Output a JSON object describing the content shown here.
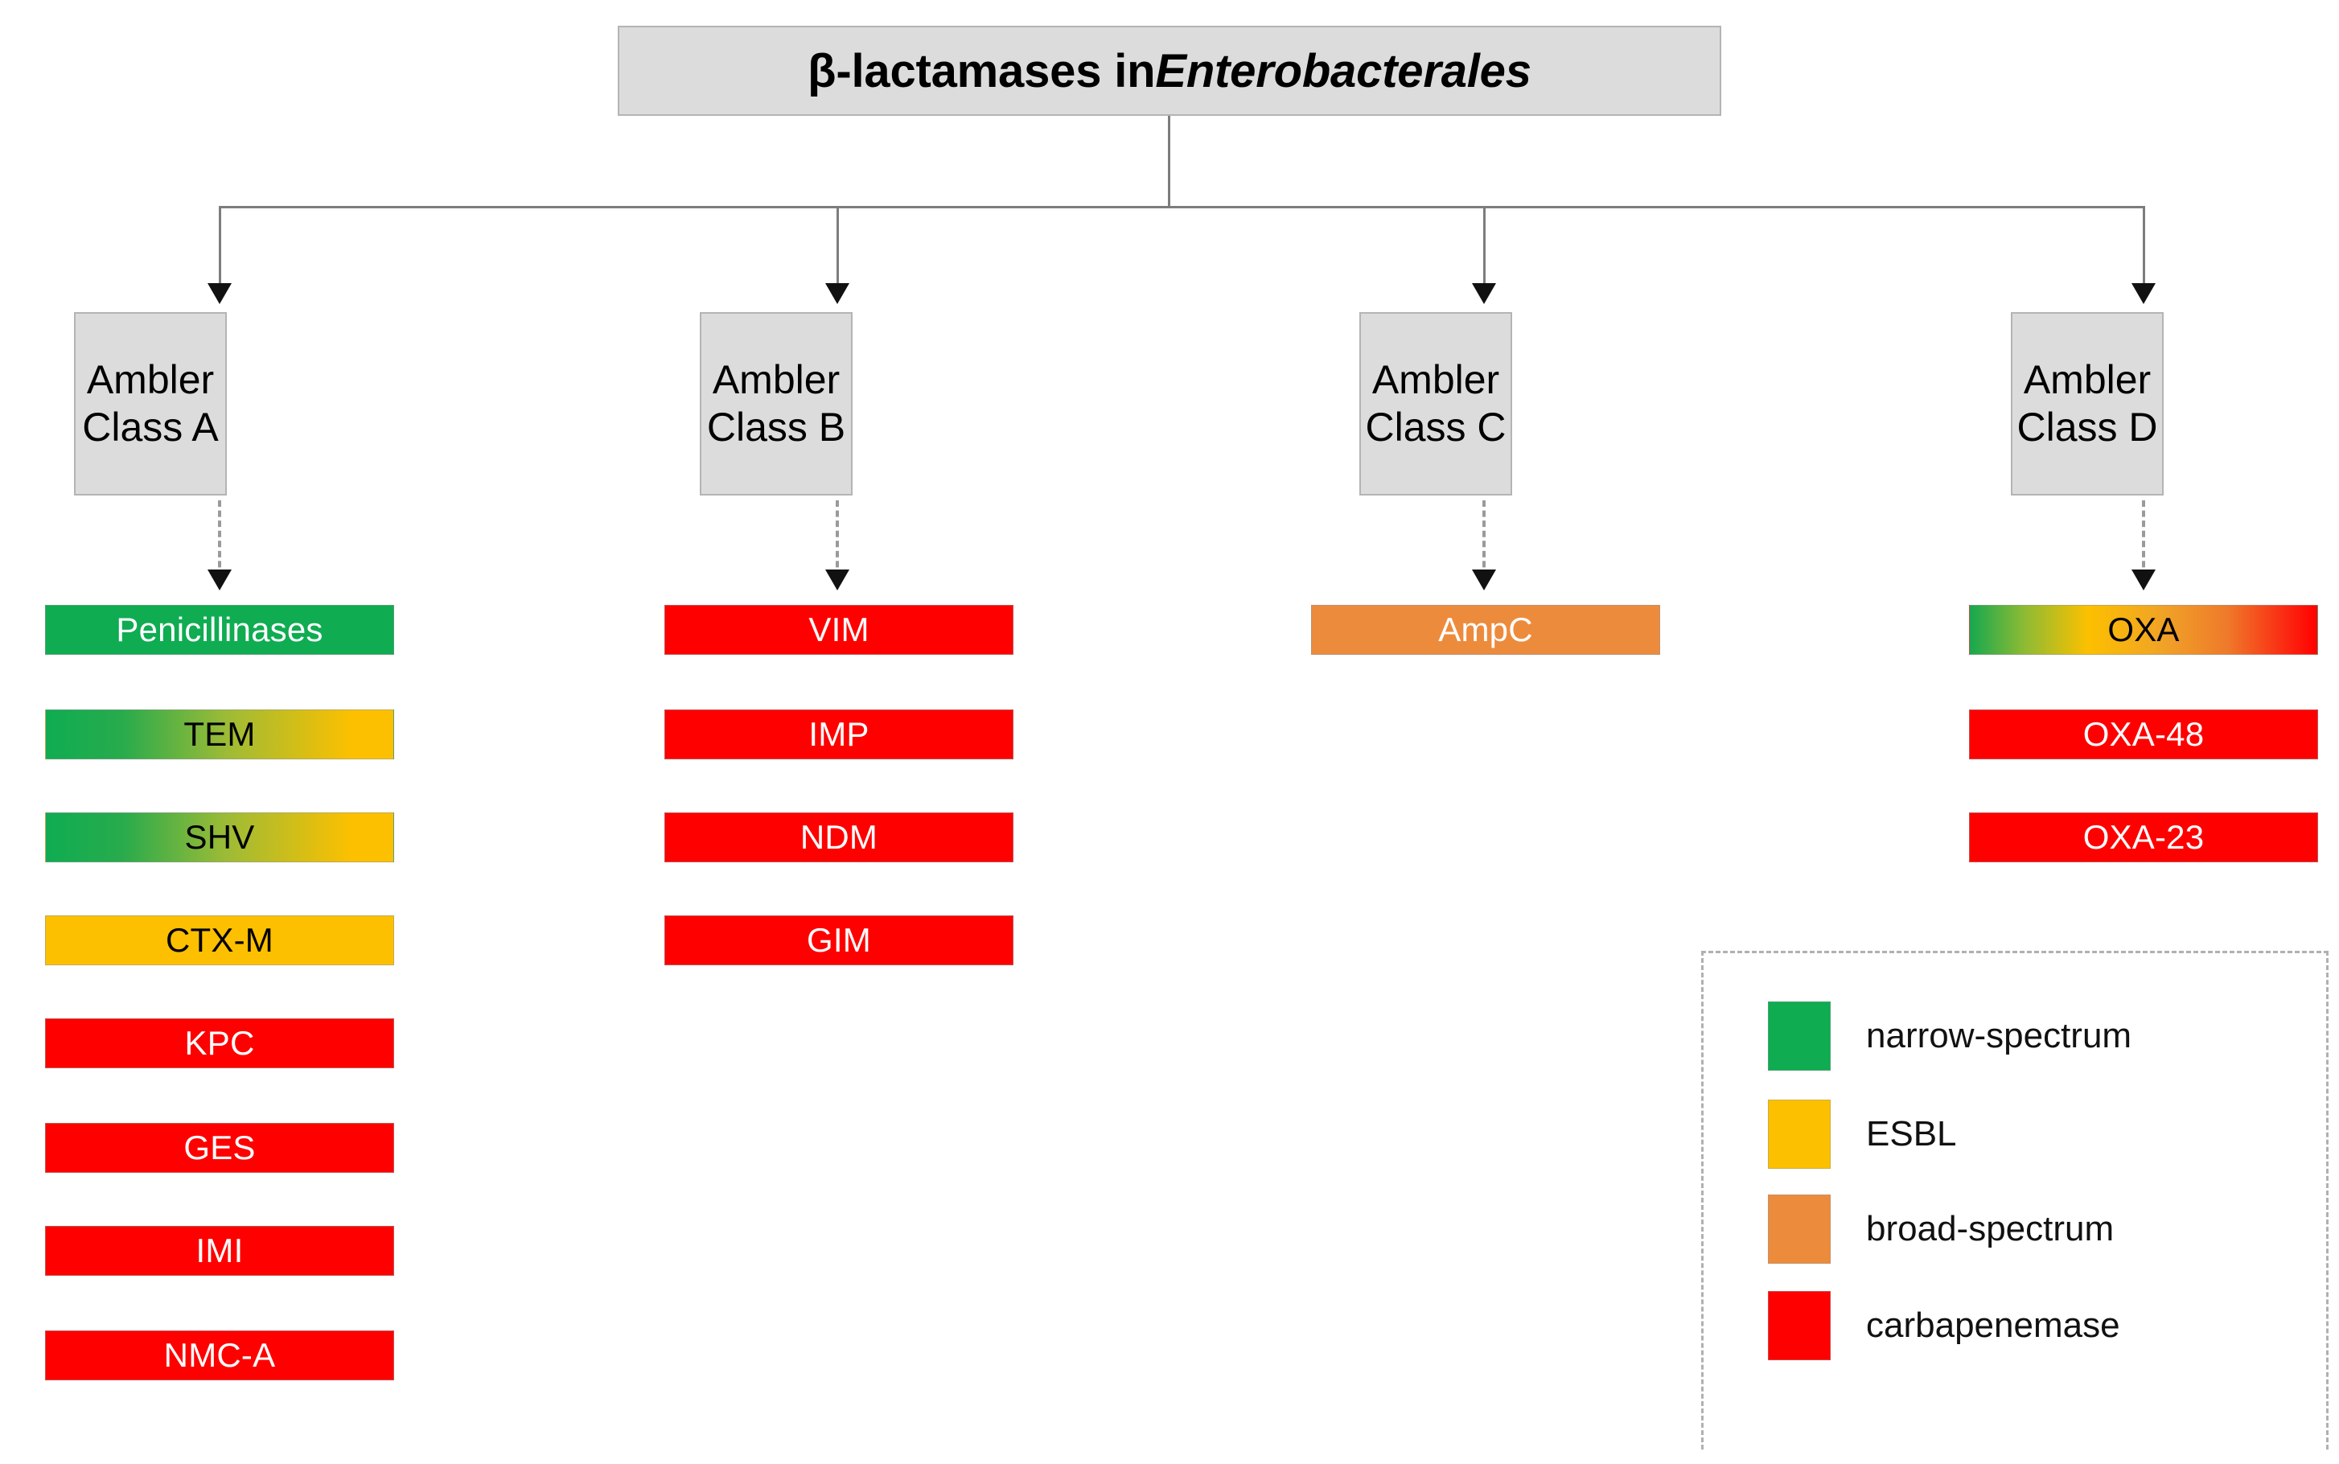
{
  "diagram": {
    "title_prefix": "β-lactamases in ",
    "title_taxon": "Enterobacterales",
    "title_full": "β-lactamases in Enterobacterales"
  },
  "classes": [
    {
      "line1": "Ambler",
      "line2": "Class A"
    },
    {
      "line1": "Ambler",
      "line2": "Class B"
    },
    {
      "line1": "Ambler",
      "line2": "Class C"
    },
    {
      "line1": "Ambler",
      "line2": "Class D"
    }
  ],
  "columns": {
    "class_a": [
      {
        "label": "Penicillinases",
        "fill": "green",
        "text": "white"
      },
      {
        "label": "TEM",
        "fill": "grad-gy",
        "text": "black"
      },
      {
        "label": "SHV",
        "fill": "grad-gy",
        "text": "black"
      },
      {
        "label": "CTX-M",
        "fill": "amber",
        "text": "black"
      },
      {
        "label": "KPC",
        "fill": "red",
        "text": "white"
      },
      {
        "label": "GES",
        "fill": "red",
        "text": "white"
      },
      {
        "label": "IMI",
        "fill": "red",
        "text": "white"
      },
      {
        "label": "NMC-A",
        "fill": "red",
        "text": "white"
      }
    ],
    "class_b": [
      {
        "label": "VIM",
        "fill": "red",
        "text": "white"
      },
      {
        "label": "IMP",
        "fill": "red",
        "text": "white"
      },
      {
        "label": "NDM",
        "fill": "red",
        "text": "white"
      },
      {
        "label": "GIM",
        "fill": "red",
        "text": "white"
      }
    ],
    "class_c": [
      {
        "label": "AmpC",
        "fill": "orange",
        "text": "white"
      }
    ],
    "class_d": [
      {
        "label": "OXA",
        "fill": "grad-oxa",
        "text": "black"
      },
      {
        "label": "OXA-48",
        "fill": "red",
        "text": "white"
      },
      {
        "label": "OXA-23",
        "fill": "red",
        "text": "white"
      }
    ]
  },
  "legend": {
    "items": [
      {
        "label": "narrow-spectrum",
        "color": "#0fac52"
      },
      {
        "label": "ESBL",
        "color": "#fcc000"
      },
      {
        "label": "broad-spectrum",
        "color": "#ed8b3c"
      },
      {
        "label": "carbapenemase",
        "color": "#ff0000"
      }
    ]
  },
  "colors": {
    "narrow_spectrum": "#0fac52",
    "esbl": "#fcc000",
    "broad_spectrum": "#ed8b3c",
    "carbapenemase": "#ff0000",
    "box_fill": "#dcdcdc",
    "box_border": "#b4b4b4",
    "connector": "#7d7d7d"
  }
}
